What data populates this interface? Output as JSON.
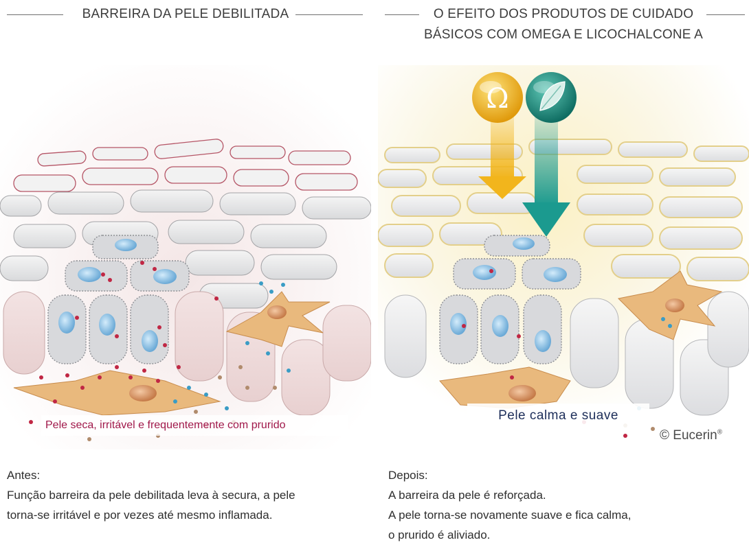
{
  "left": {
    "heading": "BARREIRA DA PELE DEBILITADA",
    "caption": "Pele seca, irritável e frequentemente com prurido",
    "text_label": "Antes:",
    "text_lines": [
      "Função barreira da pele debilitada leva à secura, a pele",
      "torna-se irritável e por vezes até mesmo inflamada."
    ]
  },
  "right": {
    "heading_lines": [
      "O EFEITO DOS PRODUTOS DE CUIDADO",
      "BÁSICOS COM OMEGA E LICOCHALCONE A"
    ],
    "caption": "Pele calma e suave",
    "omega_symbol": "Ω",
    "text_label": "Depois:",
    "text_lines": [
      "A barreira da pele é reforçada.",
      "A pele torna-se novamente suave e fica calma,",
      "o prurido é aliviado."
    ]
  },
  "copyright": "© Eucerin",
  "copyright_mark": "®",
  "colors": {
    "inflamed_red": "#b3243f",
    "teal_arrow": "#1b9a8f",
    "omega_yellow": "#f2b51c",
    "cell_blue": "#8ec3e6",
    "fibroblast_orange": "#e7b47a"
  },
  "icons": [
    "omega-icon",
    "licochalcone-leaf-icon"
  ]
}
